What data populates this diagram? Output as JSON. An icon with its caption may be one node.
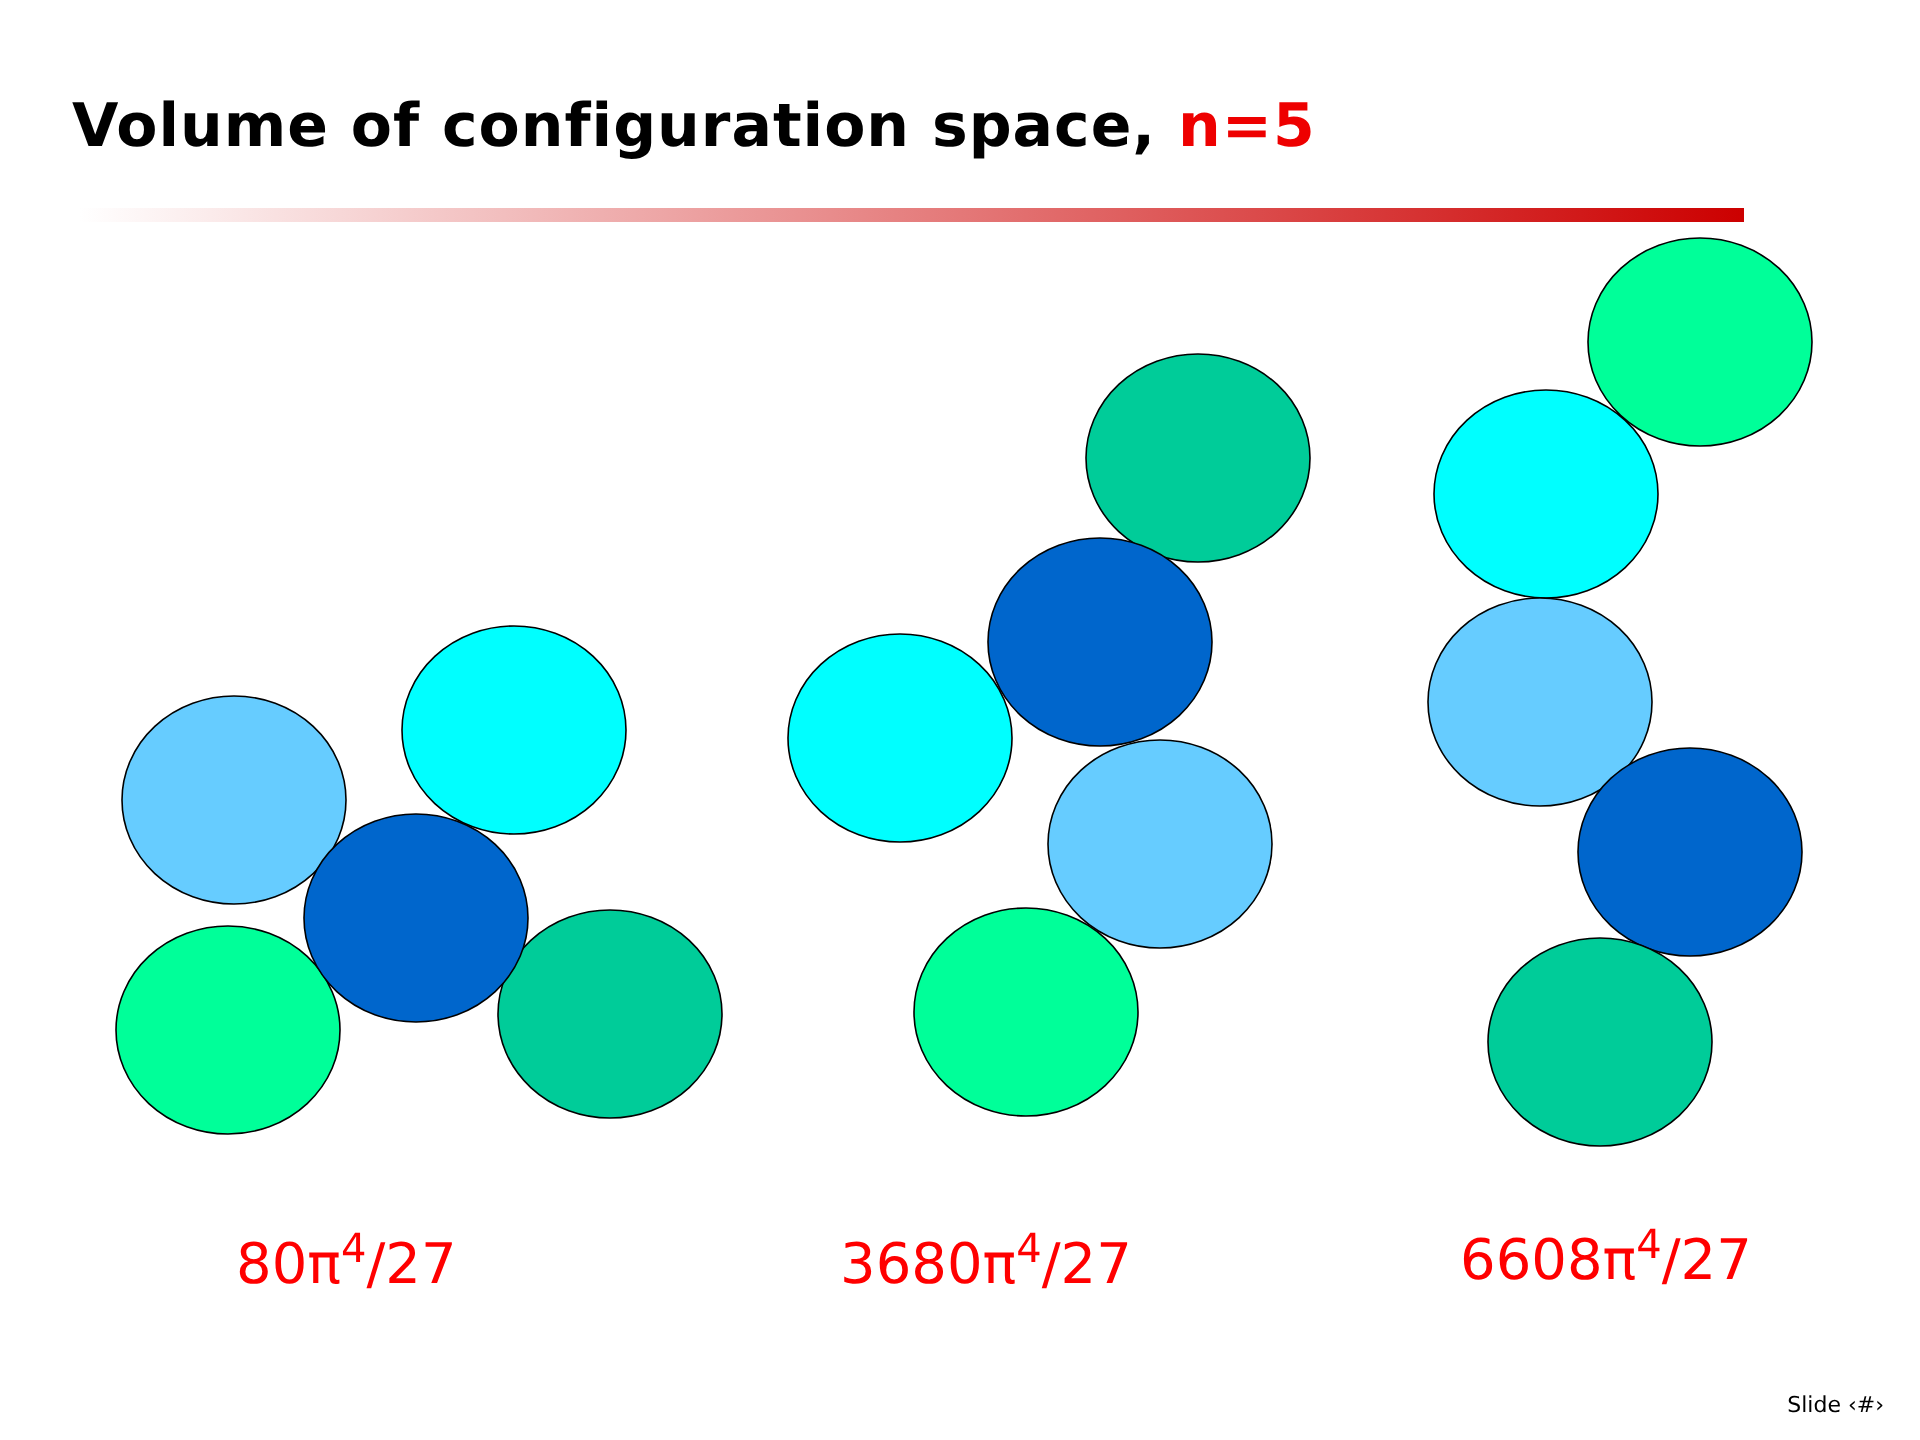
{
  "diagram": {
    "title": "Volume of configuration space, n=5",
    "labels": [
      "80π$^{4}$/27",
      "3680π$^{4}$/27",
      "6608π$^{4}$/27",
      "Slide ‹#›"
    ]
  }
}
